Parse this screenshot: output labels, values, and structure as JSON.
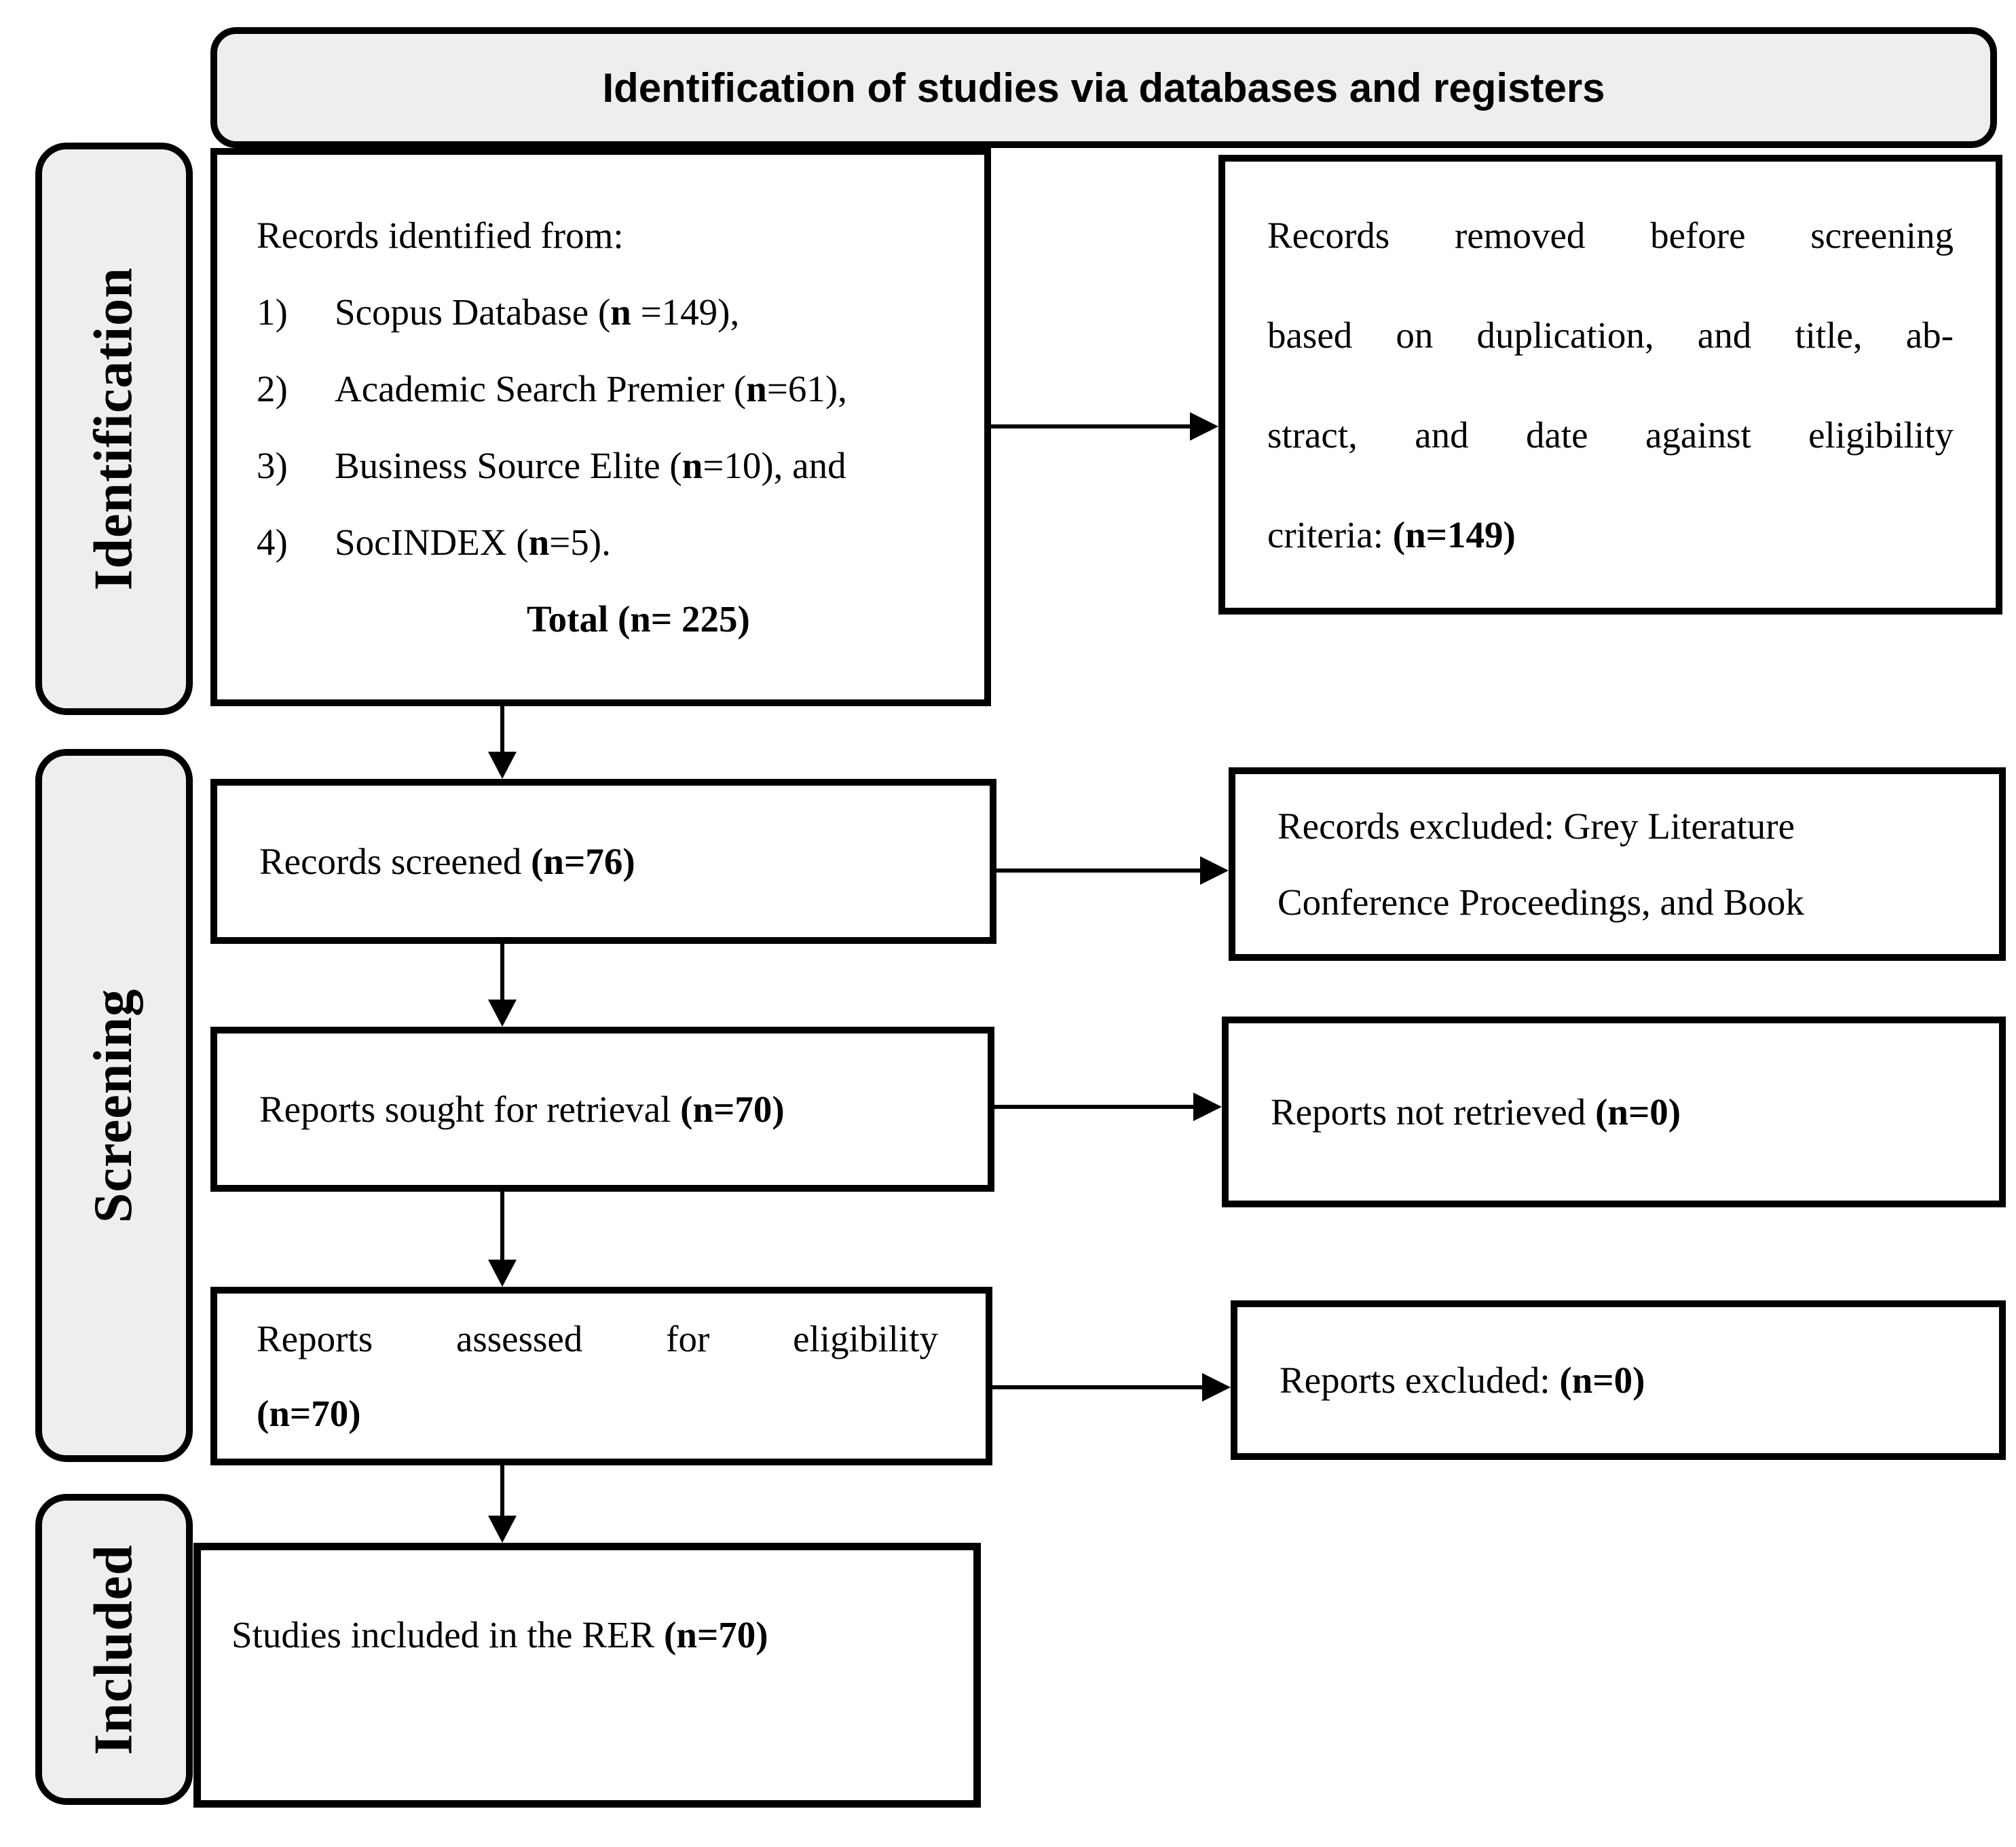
{
  "header": {
    "title": "Identification of studies via databases and registers"
  },
  "side_labels": {
    "identification": "Identification",
    "screening": "Screening",
    "included": "Included"
  },
  "boxes": {
    "identified": {
      "intro": "Records identified from:",
      "items": [
        {
          "num": "1)",
          "segments": [
            {
              "t": "Scopus Database (",
              "b": false
            },
            {
              "t": "n",
              "b": true
            },
            {
              "t": " =149),",
              "b": false
            }
          ]
        },
        {
          "num": "2)",
          "segments": [
            {
              "t": "Academic Search Premier (",
              "b": false
            },
            {
              "t": "n",
              "b": true
            },
            {
              "t": "=61),",
              "b": false
            }
          ]
        },
        {
          "num": "3)",
          "segments": [
            {
              "t": "Business Source Elite (",
              "b": false
            },
            {
              "t": "n",
              "b": true
            },
            {
              "t": "=10), and",
              "b": false
            }
          ]
        },
        {
          "num": "4)",
          "segments": [
            {
              "t": "SocINDEX (",
              "b": false
            },
            {
              "t": "n",
              "b": true
            },
            {
              "t": "=5).",
              "b": false
            }
          ]
        }
      ],
      "total": [
        {
          "t": "Total (n= 225)",
          "b": true
        }
      ]
    },
    "removed": {
      "lines": [
        [
          {
            "t": "Records removed before screening",
            "b": false
          }
        ],
        [
          {
            "t": "based on duplication, and title, ab-",
            "b": false
          }
        ],
        [
          {
            "t": "stract, and date against eligibility",
            "b": false
          }
        ],
        [
          {
            "t": "criteria: ",
            "b": false
          },
          {
            "t": "(n=149)",
            "b": true
          }
        ]
      ]
    },
    "screened": {
      "segments": [
        {
          "t": "Records screened ",
          "b": false
        },
        {
          "t": "(n=76)",
          "b": true
        }
      ]
    },
    "records_excluded": {
      "lines": [
        [
          {
            "t": "Records excluded: Grey Literature",
            "b": false
          }
        ],
        [
          {
            "t": "Conference Proceedings, and Book",
            "b": false
          }
        ]
      ]
    },
    "sought": {
      "segments": [
        {
          "t": "Reports sought for retrieval ",
          "b": false
        },
        {
          "t": "(n=70)",
          "b": true
        }
      ]
    },
    "not_retrieved": {
      "segments": [
        {
          "t": "Reports not retrieved ",
          "b": false
        },
        {
          "t": "(n=0)",
          "b": true
        }
      ]
    },
    "assessed": {
      "lines": [
        [
          {
            "t": "Reports assessed for eligibility",
            "b": false
          }
        ],
        [
          {
            "t": "(n=70)",
            "b": true
          }
        ]
      ]
    },
    "reports_excluded": {
      "segments": [
        {
          "t": "Reports excluded: ",
          "b": false
        },
        {
          "t": "(n=0)",
          "b": true
        }
      ]
    },
    "included_studies": {
      "segments": [
        {
          "t": "Studies included in the RER ",
          "b": false
        },
        {
          "t": "(n=70)",
          "b": true
        }
      ]
    }
  },
  "icons": {
    "arrow_down": "triangle-down",
    "arrow_right": "triangle-right"
  },
  "colors": {
    "band_fill": "#eeeeee",
    "box_fill": "#ffffff",
    "border": "#000000",
    "text": "#000000"
  }
}
